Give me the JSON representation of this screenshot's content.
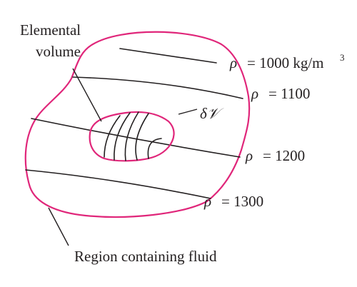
{
  "labels": {
    "elemental_line1": "Elemental",
    "elemental_line2": "volume",
    "rho_symbol": "ρ",
    "rho_1000": "= 1000 kg/m",
    "rho_1000_exp": "3",
    "rho_1100": "= 1100",
    "rho_1200": "= 1200",
    "rho_1300": "= 1300",
    "delta_v": "δ𝒱",
    "region": "Region containing fluid"
  },
  "colors": {
    "outline": "#e0267a",
    "lines": "#231f20"
  }
}
